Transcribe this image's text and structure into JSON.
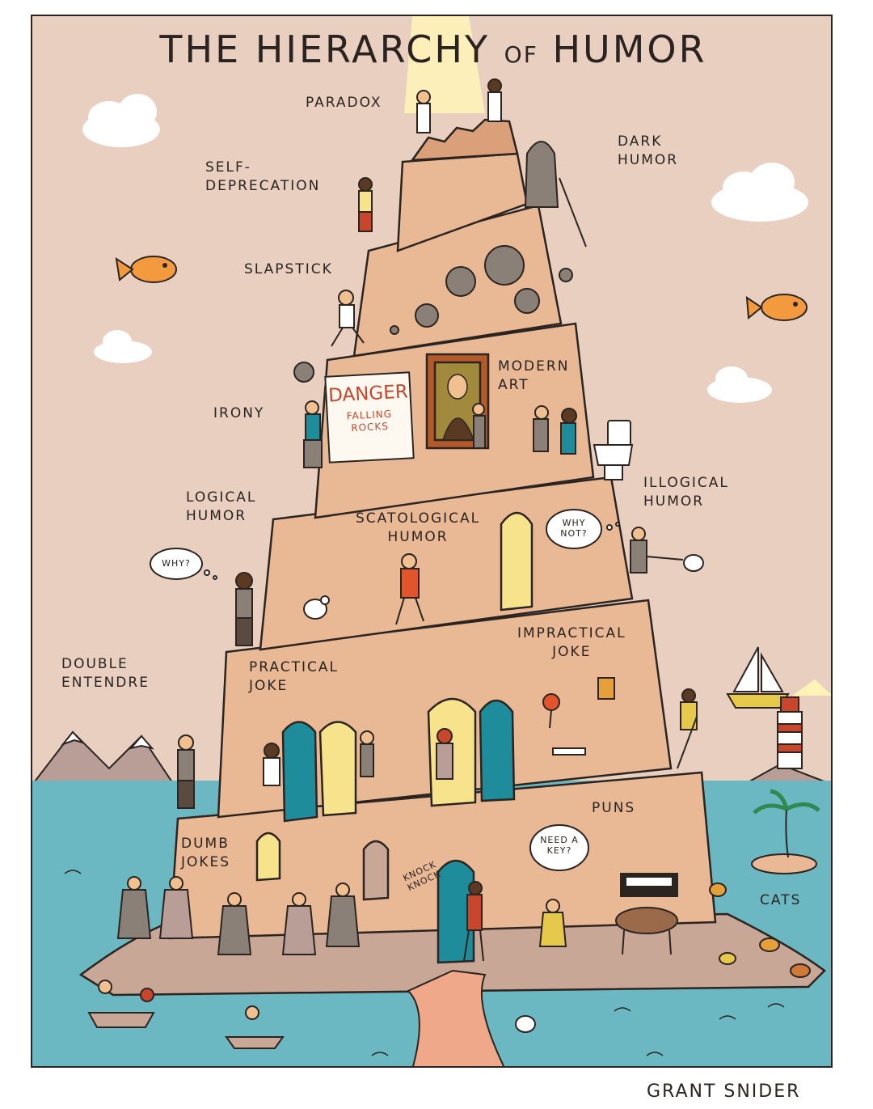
{
  "title": {
    "main_1": "THE HIERARCHY",
    "of": "OF",
    "main_2": "HUMOR"
  },
  "labels": {
    "paradox": "PARADOX",
    "self_deprecation": "SELF-\nDEPRECATION",
    "dark_humor": "DARK\nHUMOR",
    "slapstick": "SLAPSTICK",
    "modern_art": "MODERN\nART",
    "irony": "IRONY",
    "logical_humor": "LOGICAL\nHUMOR",
    "scatological_humor": "SCATOLOGICAL\nHUMOR",
    "illogical_humor": "ILLOGICAL\nHUMOR",
    "double_entendre": "DOUBLE\nENTENDRE",
    "practical_joke": "PRACTICAL\nJOKE",
    "impractical_joke": "IMPRACTICAL\nJOKE",
    "puns": "PUNS",
    "dumb_jokes": "DUMB\nJOKES",
    "cats": "CATS"
  },
  "sign": {
    "headline": "DANGER",
    "subtext": "FALLING\nROCKS"
  },
  "bubbles": {
    "why": "WHY?",
    "why_not": "WHY\nNOT?",
    "need_a_key": "NEED A\nKEY?",
    "knock_knock": "KNOCK\nKNOCK"
  },
  "credit": "GRANT SNIDER",
  "colors": {
    "sky": "#e8cfc0",
    "tower": "#e9b996",
    "sea": "#6cb8c2",
    "teal_door": "#1e8c9a",
    "yellow_door": "#f7e38c",
    "accent_red": "#c8462c",
    "outline": "#2b2420"
  },
  "icons": [
    "cloud-icon",
    "fish-icon",
    "sailboat-icon",
    "lighthouse-icon",
    "palm-tree-icon",
    "mountain-icon",
    "rock-icon",
    "painting-icon",
    "toilet-icon",
    "chicken-icon"
  ]
}
